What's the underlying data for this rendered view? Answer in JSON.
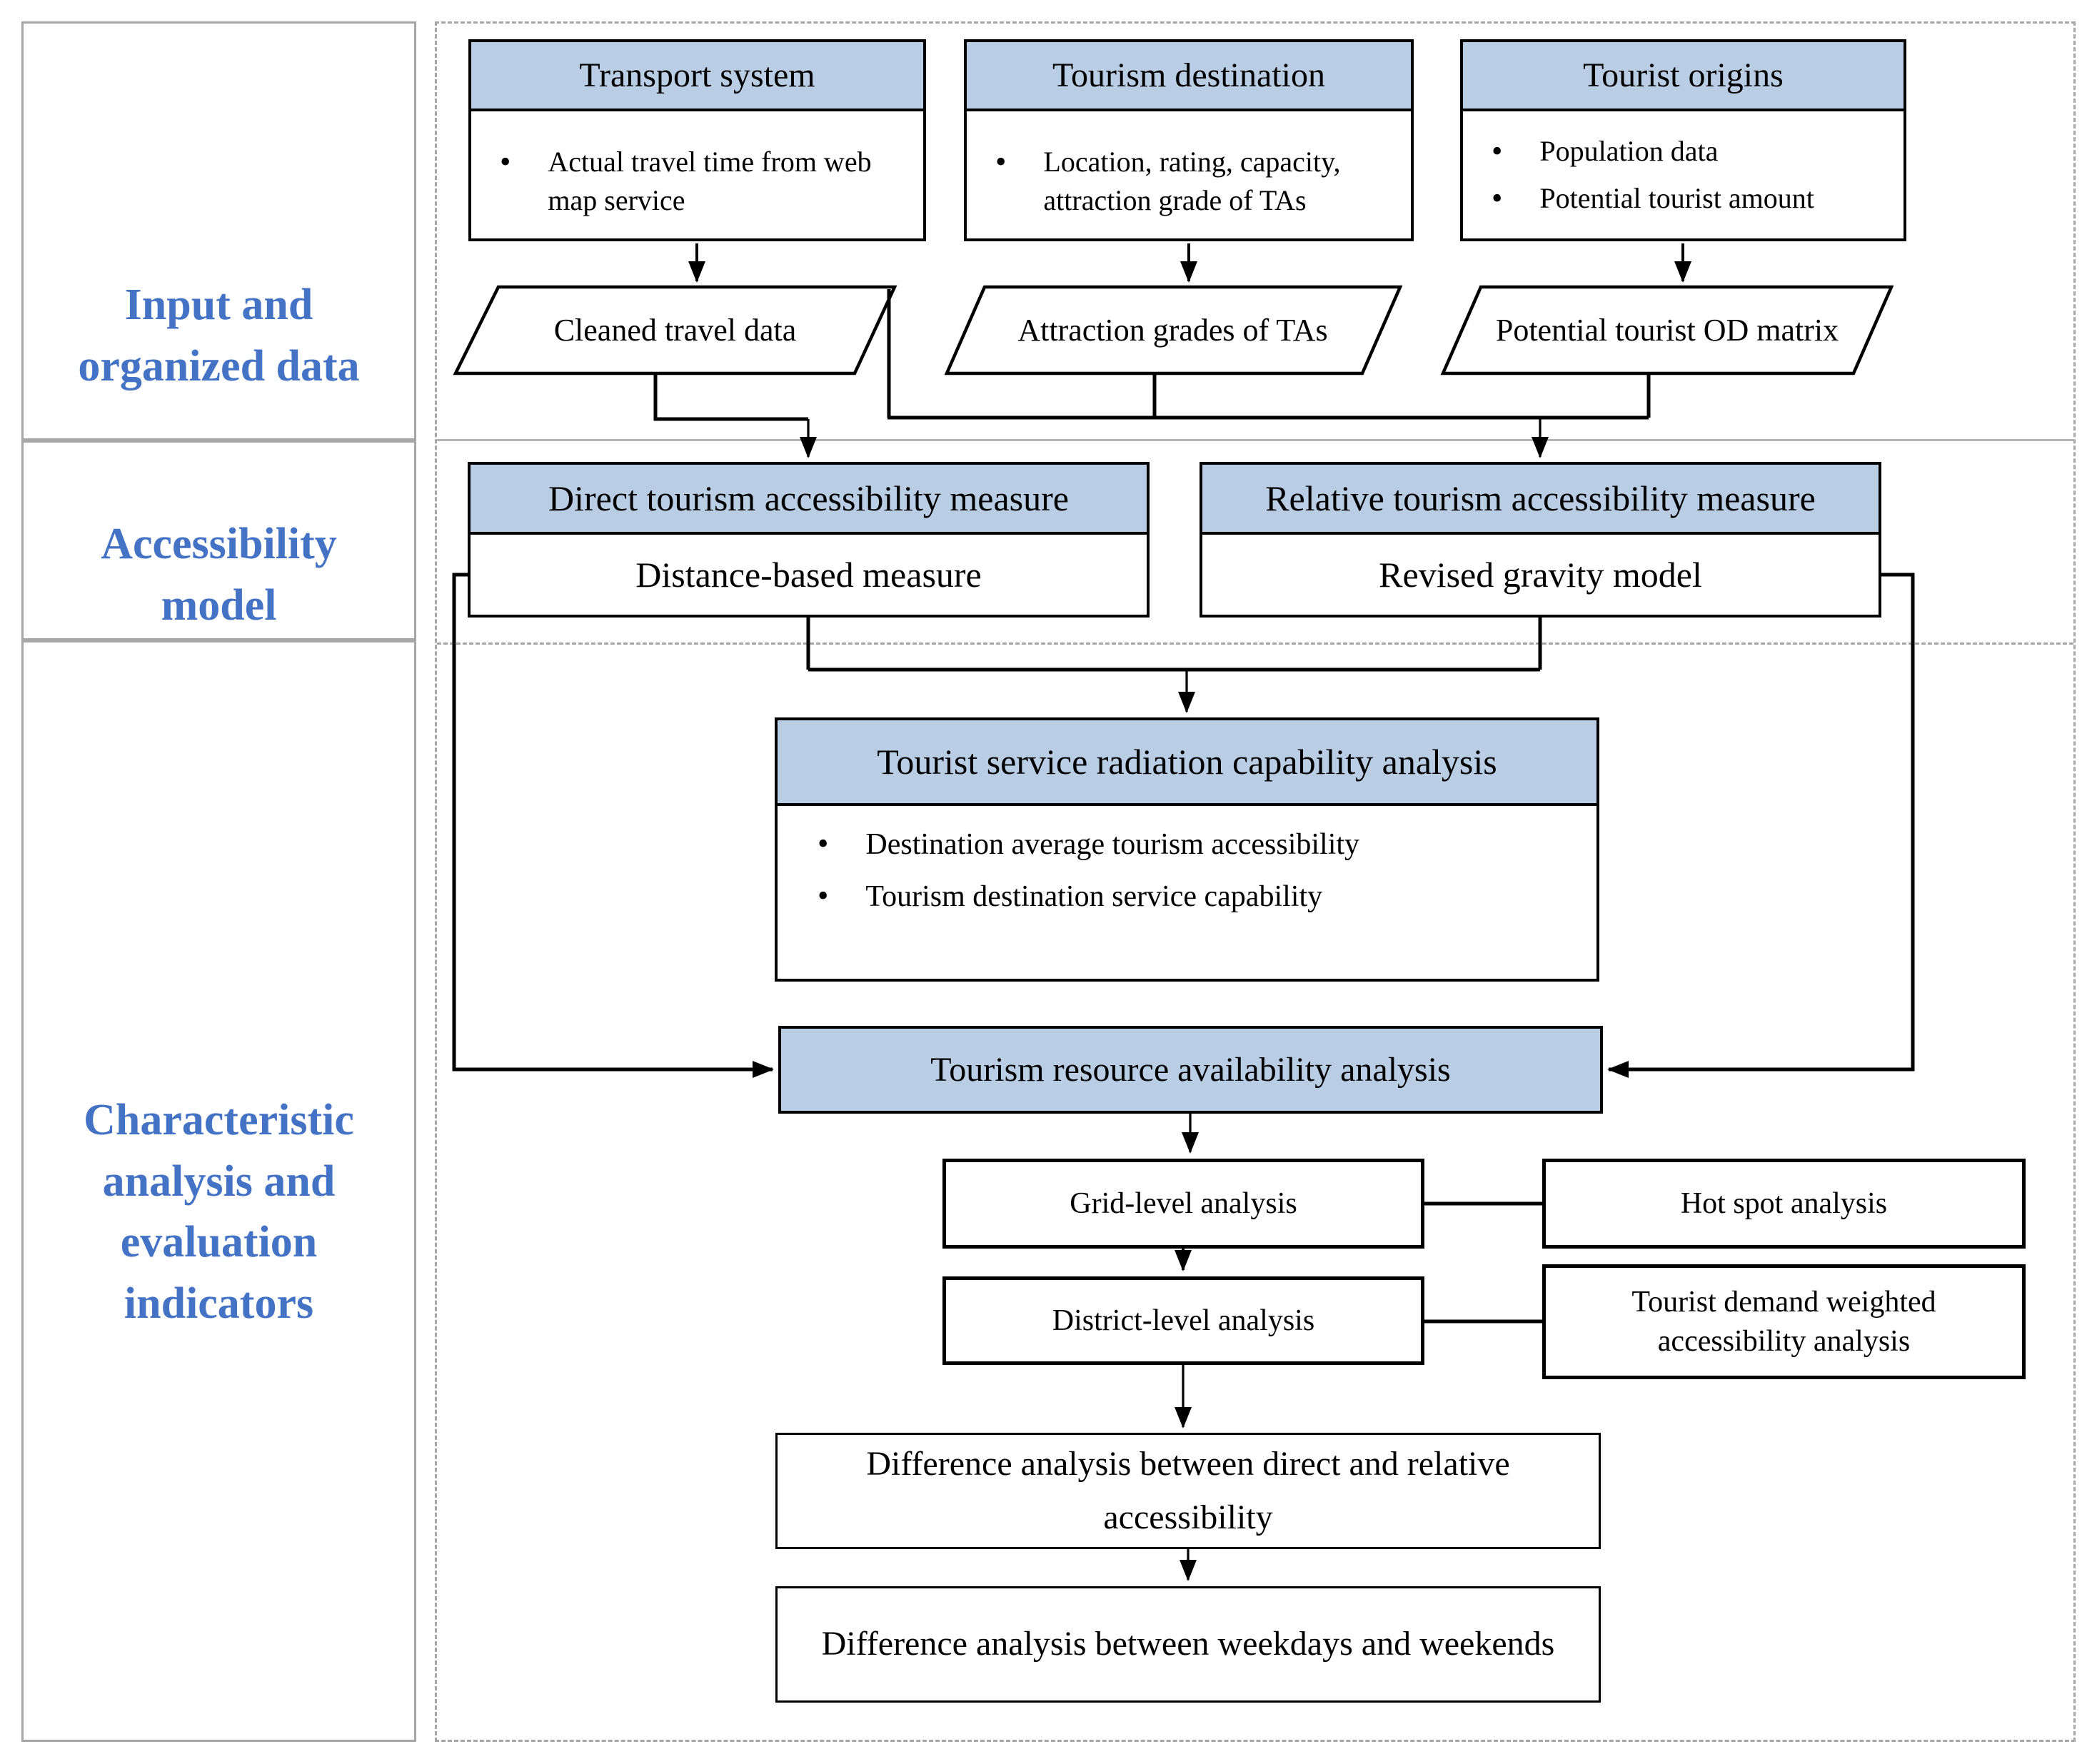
{
  "colors": {
    "header_fill": "#b9cde4",
    "panel_label_blue": "#4472c4",
    "line_black": "#000000",
    "frame_gray": "#a6a6a6"
  },
  "left_panel": {
    "rows": [
      {
        "label": "Input and\norganized data"
      },
      {
        "label": "Accessibility\nmodel"
      },
      {
        "label": "Characteristic\nanalysis and\nevaluation\nindicators"
      }
    ]
  },
  "input_row": {
    "sources": [
      {
        "title": "Transport system",
        "bullets": [
          "Actual travel time from web map service"
        ]
      },
      {
        "title": "Tourism destination",
        "bullets": [
          "Location, rating, capacity, attraction grade of TAs"
        ]
      },
      {
        "title": "Tourist origins",
        "bullets": [
          "Population data",
          "Potential tourist amount"
        ]
      }
    ],
    "datasets": [
      "Cleaned travel data",
      "Attraction grades of TAs",
      "Potential tourist OD matrix"
    ]
  },
  "model_row": {
    "measures": [
      {
        "title": "Direct tourism accessibility measure",
        "method": "Distance-based measure"
      },
      {
        "title": "Relative tourism accessibility measure",
        "method": "Revised gravity model"
      }
    ]
  },
  "analysis_row": {
    "radiation": {
      "title": "Tourist service radiation capability analysis",
      "bullets": [
        "Destination average tourism accessibility",
        "Tourism destination service capability"
      ]
    },
    "resource_title": "Tourism resource availability analysis",
    "grid": "Grid-level analysis",
    "hotspot": "Hot spot analysis",
    "district": "District-level analysis",
    "demand": "Tourist demand weighted accessibility analysis",
    "diff_accessibility": "Difference analysis between direct and relative accessibility",
    "diff_week": "Difference analysis between weekdays and weekends"
  }
}
